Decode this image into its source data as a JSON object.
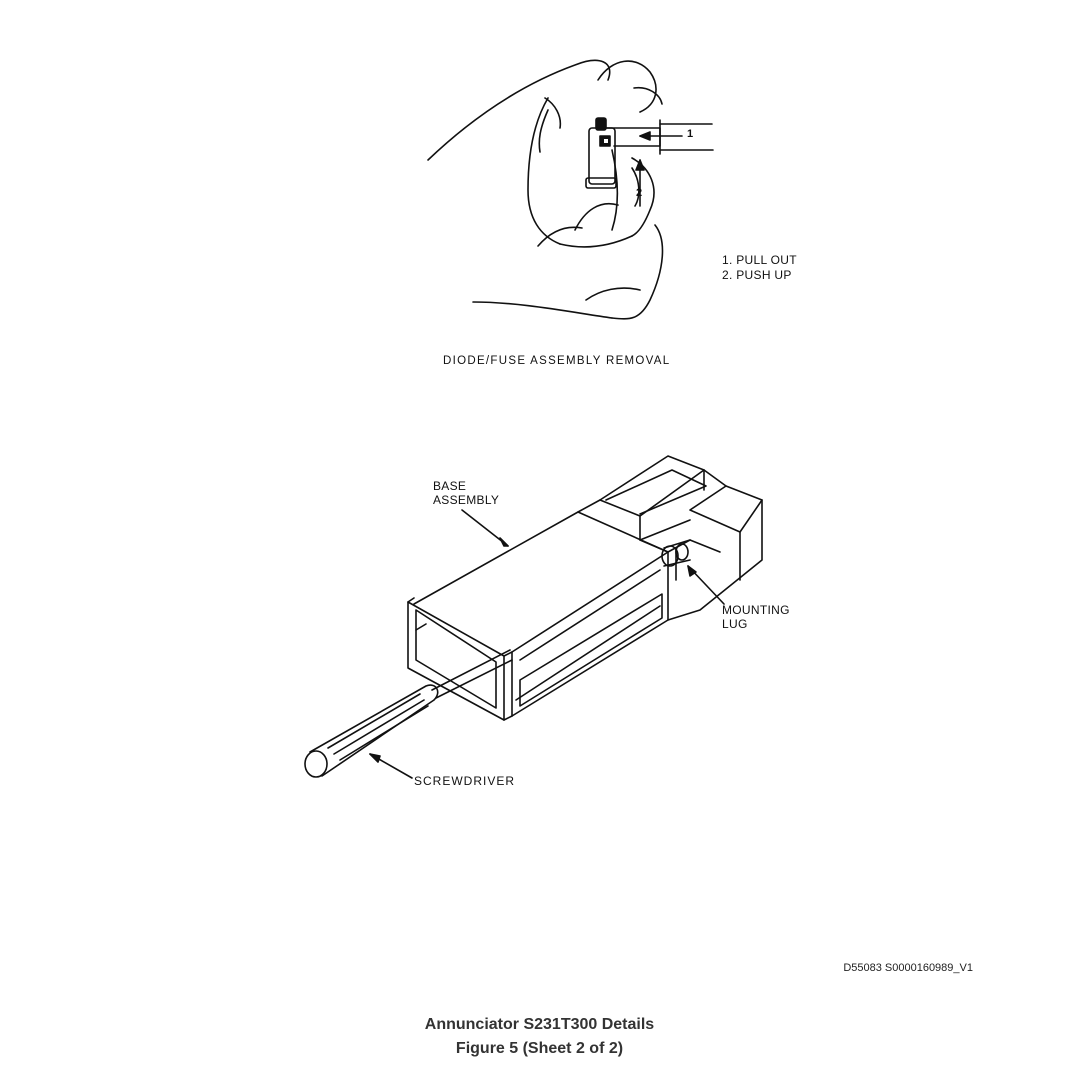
{
  "figure1": {
    "caption": "DIODE/FUSE ASSEMBLY REMOVAL",
    "arrow1": "1",
    "arrow2": "2",
    "step1": "1. PULL OUT",
    "step2": "2. PUSH UP"
  },
  "figure2": {
    "base_label": "BASE\nASSEMBLY",
    "lug_label": "MOUNTING\nLUG",
    "screwdriver_label": "SCREWDRIVER"
  },
  "document_id": "D55083 S0000160989_V1",
  "title": "Annunciator S231T300 Details",
  "subtitle": "Figure 5  (Sheet 2 of 2)"
}
